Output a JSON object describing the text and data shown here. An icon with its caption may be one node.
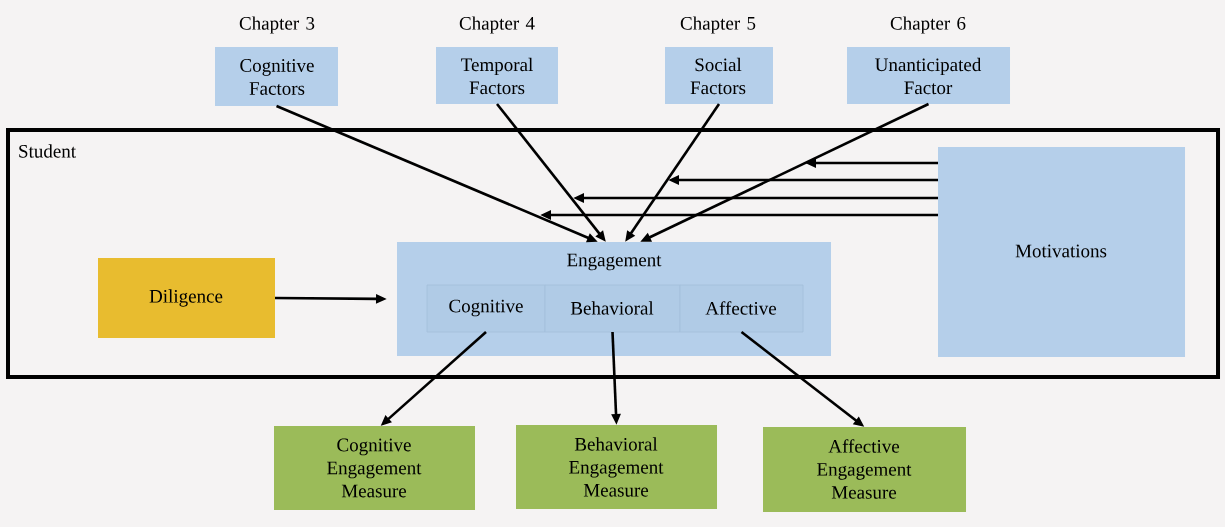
{
  "diagram": {
    "nodes": [
      {
        "text": [
          "Chapter 3",
          "Cognitive Factors"
        ]
      },
      {
        "text": [
          "Chapter 4",
          "Temporal Factors"
        ]
      },
      {
        "text": [
          "Chapter 5",
          "Social Factors"
        ]
      },
      {
        "text": [
          "Chapter 6",
          "Unanticipated Factor"
        ]
      },
      {
        "text": [
          "Student"
        ]
      },
      {
        "text": [
          "Motivations"
        ],
        "in": 4
      },
      {
        "text": [
          "Diligence"
        ],
        "in": 4
      },
      {
        "text": [
          "Engagement"
        ],
        "in": 4
      },
      {
        "text": [
          "Cognitive"
        ],
        "in": 7
      },
      {
        "text": [
          "Behavioral"
        ],
        "in": 7
      },
      {
        "text": [
          "Affective"
        ],
        "in": 7
      },
      {
        "text": [
          "Cognitive Engagement Measure"
        ]
      },
      {
        "text": [
          "Behavioral Engagement Measure"
        ]
      },
      {
        "text": [
          "Affective Engagement Measure"
        ]
      }
    ],
    "edges": [
      {
        "from": 0,
        "to": 7,
        "arrow": "to"
      },
      {
        "from": 1,
        "to": 7,
        "arrow": "to"
      },
      {
        "from": 2,
        "to": 7,
        "arrow": "to"
      },
      {
        "from": 3,
        "to": 7,
        "arrow": "to"
      },
      {
        "from": 5,
        "to": null,
        "arrow": "to"
      },
      {
        "from": 5,
        "to": null,
        "arrow": "to"
      },
      {
        "from": 5,
        "to": null,
        "arrow": "to"
      },
      {
        "from": 5,
        "to": null,
        "arrow": "to"
      },
      {
        "from": 6,
        "to": 7,
        "arrow": "to"
      },
      {
        "from": 8,
        "to": 11,
        "arrow": "to"
      },
      {
        "from": 9,
        "to": 12,
        "arrow": "to"
      },
      {
        "from": 10,
        "to": 13,
        "arrow": "to"
      }
    ]
  }
}
